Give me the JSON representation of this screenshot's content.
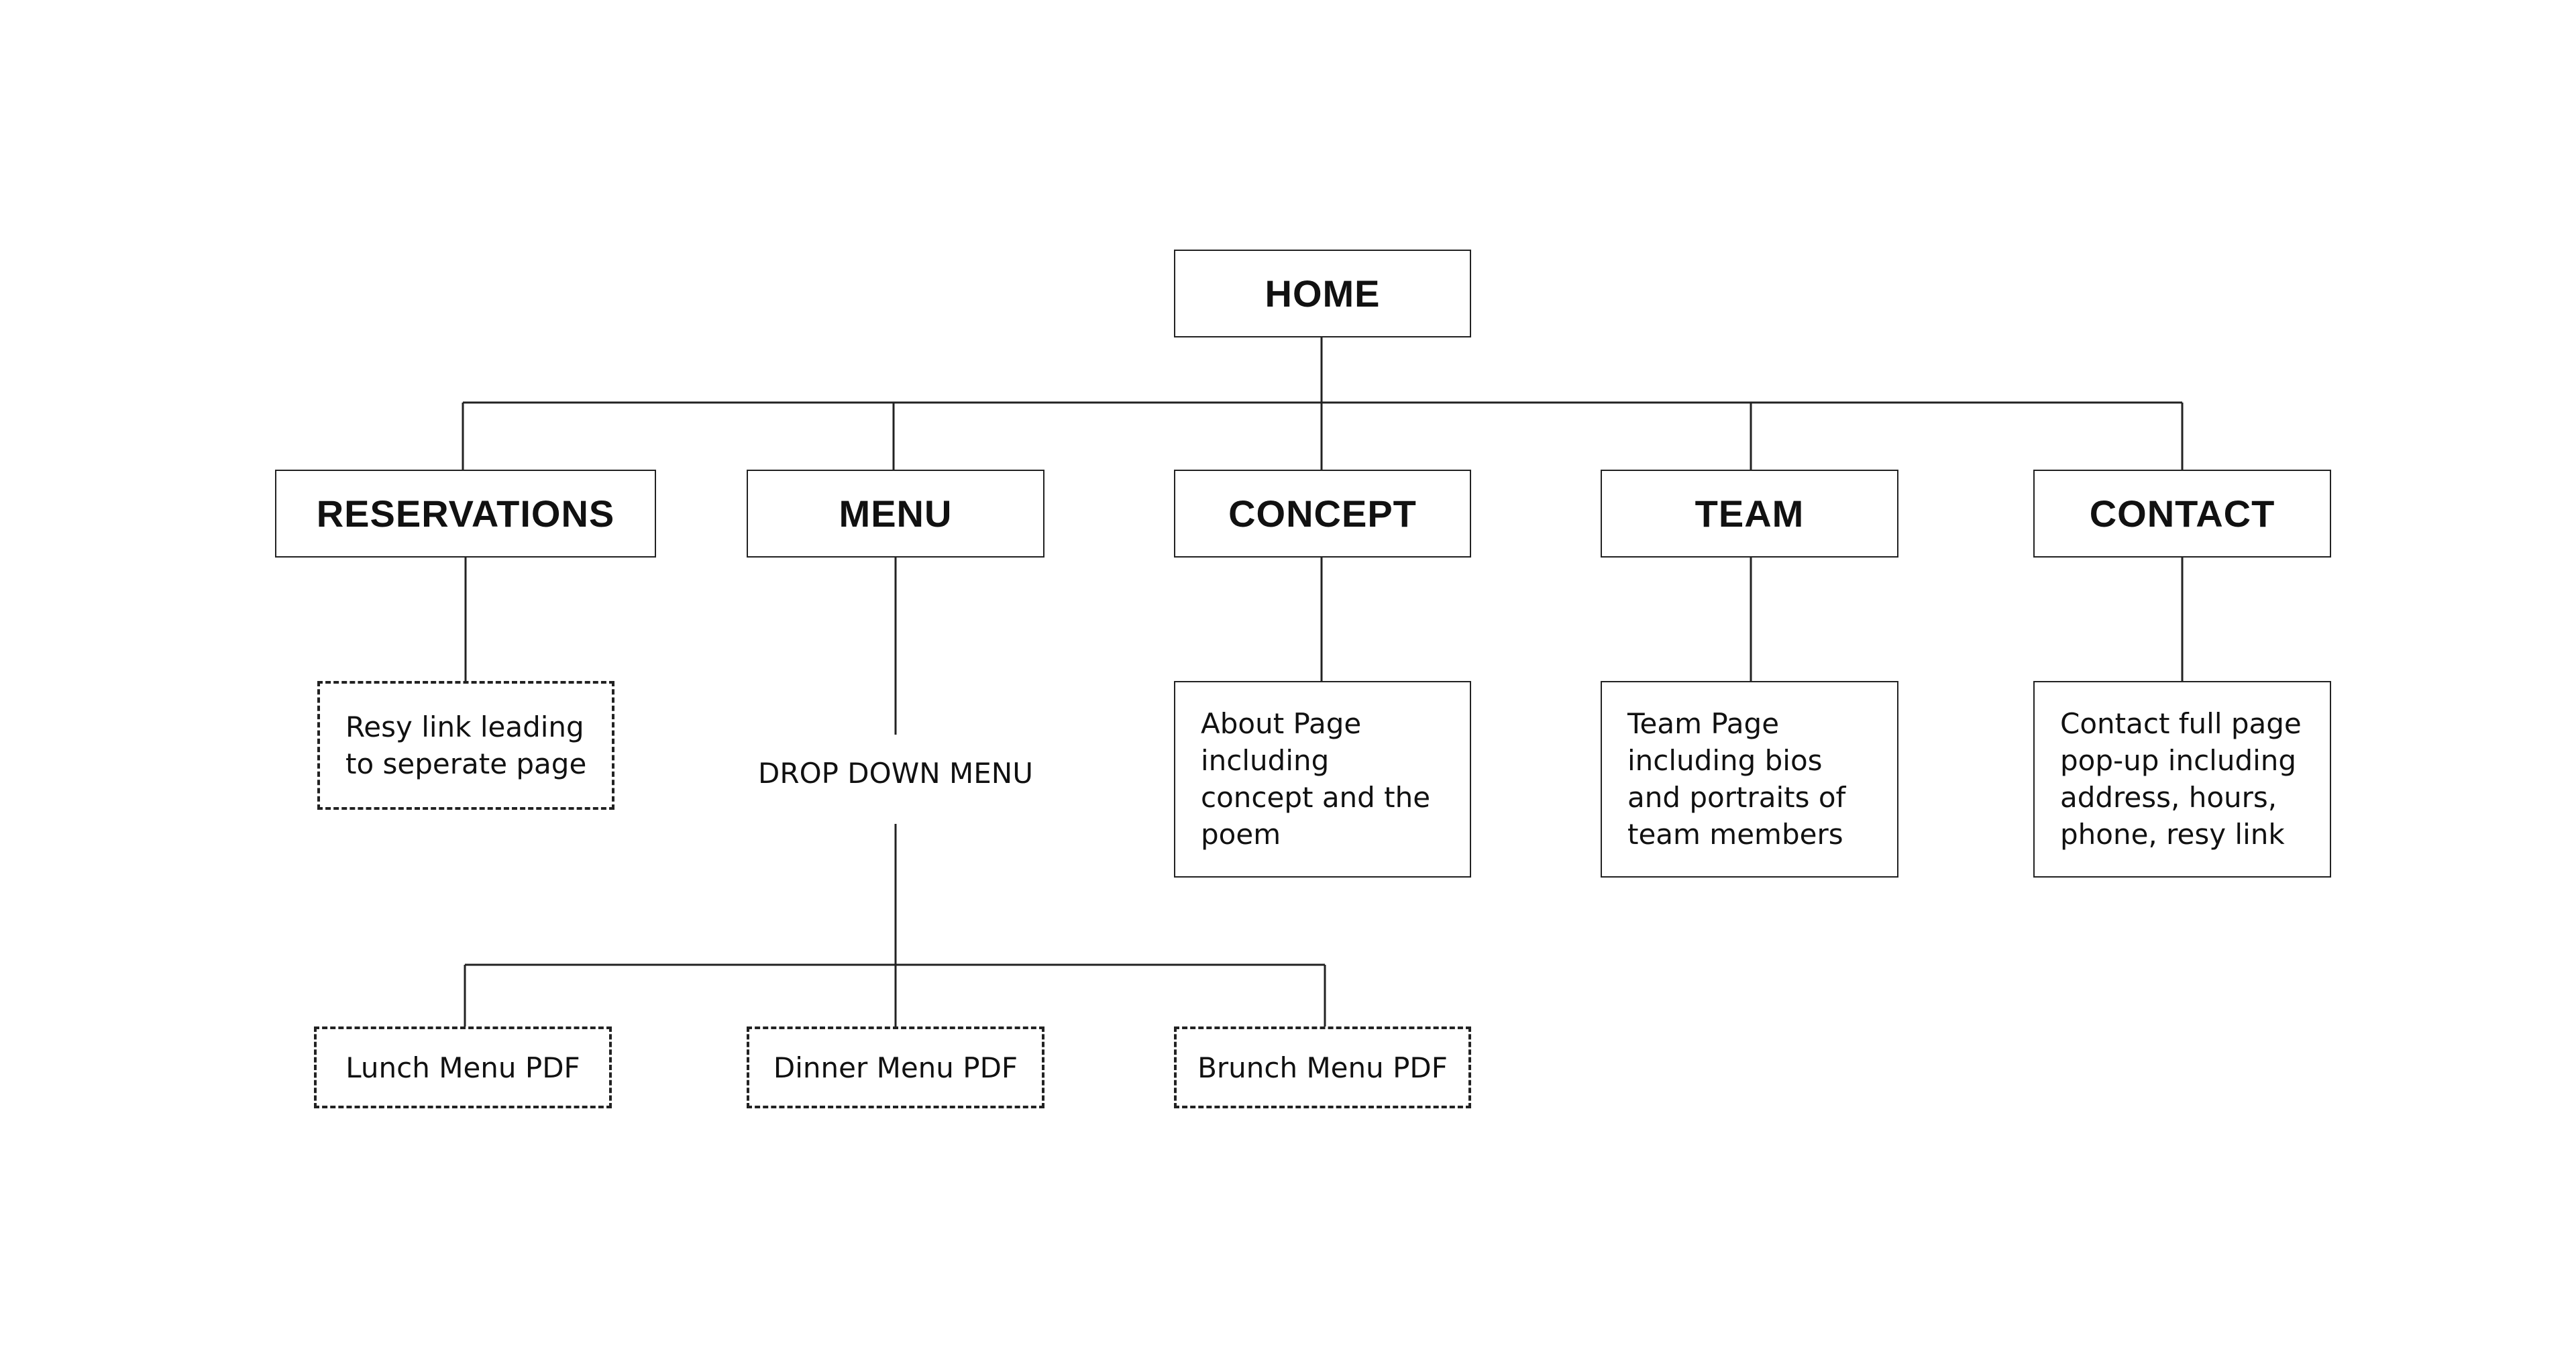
{
  "diagram": {
    "home": {
      "label": "HOME"
    },
    "sections": [
      {
        "label": "RESERVATIONS",
        "description": "Resy link leading to seperate page"
      },
      {
        "label": "MENU",
        "description": "DROP DOWN MENU"
      },
      {
        "label": "CONCEPT",
        "description": "About Page including concept and the poem"
      },
      {
        "label": "TEAM",
        "description": "Team Page including bios and portraits of team members"
      },
      {
        "label": "CONTACT",
        "description": "Contact full page pop-up including address, hours, phone, resy link"
      }
    ],
    "menu_items": [
      {
        "label": "Lunch Menu PDF"
      },
      {
        "label": "Dinner Menu PDF"
      },
      {
        "label": "Brunch Menu PDF"
      }
    ],
    "colors": {
      "line": "#222222",
      "background": "#ffffff",
      "text": "#111111"
    }
  }
}
